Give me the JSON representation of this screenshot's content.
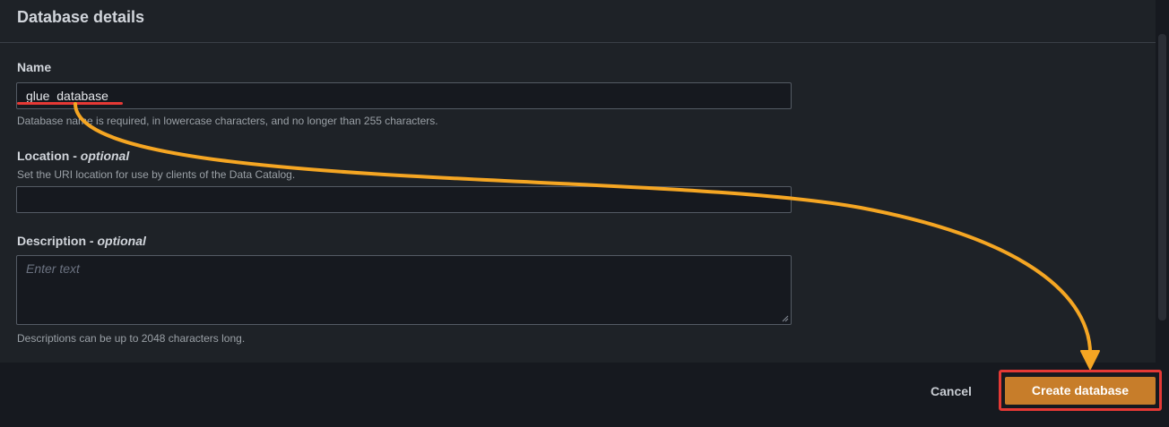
{
  "panel": {
    "title": "Database details"
  },
  "name_field": {
    "label": "Name",
    "value": "glue_database",
    "hint": "Database name is required, in lowercase characters, and no longer than 255 characters."
  },
  "location_field": {
    "label": "Location",
    "optional": "optional",
    "separator": " - ",
    "hint": "Set the URI location for use by clients of the Data Catalog.",
    "value": ""
  },
  "description_field": {
    "label": "Description",
    "optional": "optional",
    "separator": " - ",
    "placeholder": "Enter text",
    "hint": "Descriptions can be up to 2048 characters long."
  },
  "footer": {
    "cancel_label": "Cancel",
    "create_label": "Create database"
  },
  "colors": {
    "primary_button": "#c77d2a",
    "annotation_arrow": "#f5a623",
    "annotation_highlight": "#e53935"
  }
}
